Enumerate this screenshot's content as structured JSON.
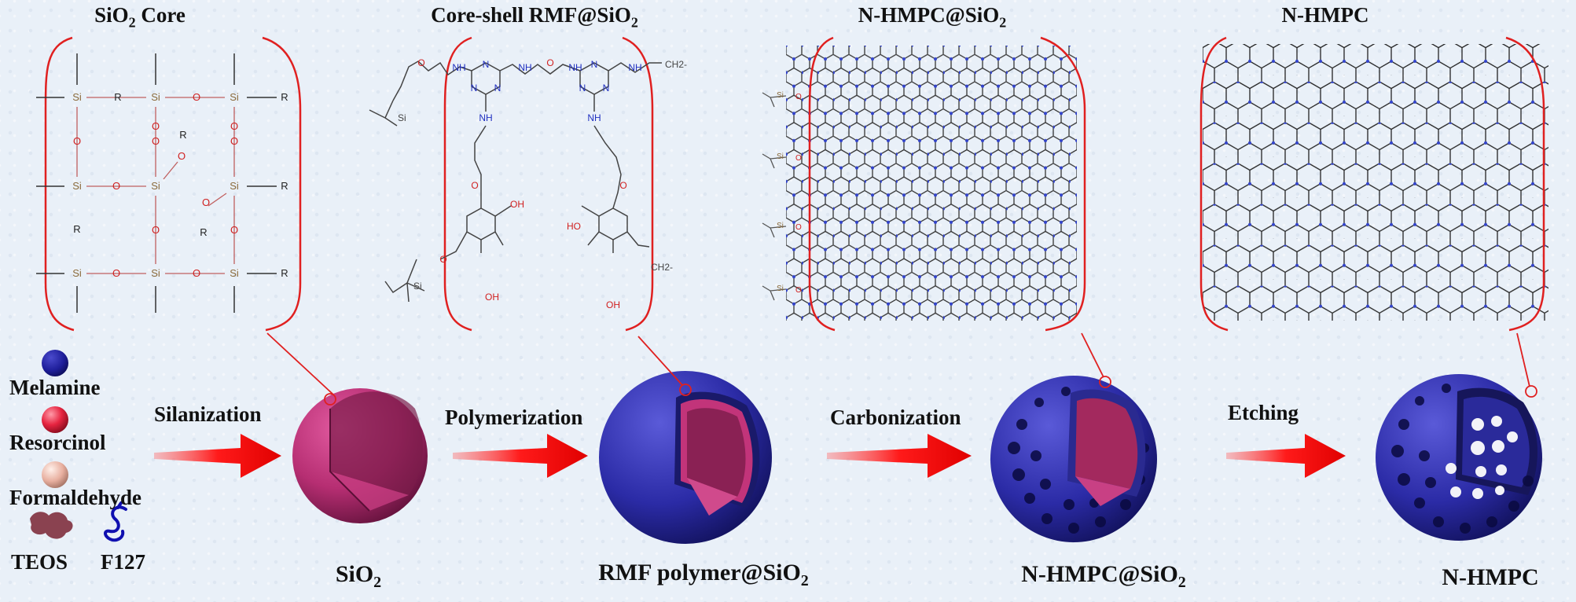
{
  "panels": [
    {
      "title_main": "SiO",
      "title_sub": "2",
      "title_after": " Core"
    },
    {
      "title_main": "Core-shell RMF@SiO",
      "title_sub": "2",
      "title_after": ""
    },
    {
      "title_main": "N-HMPC@SiO",
      "title_sub": "2",
      "title_after": ""
    },
    {
      "title_main": "N-HMPC",
      "title_sub": "",
      "title_after": ""
    }
  ],
  "stages": [
    {
      "label_main": "SiO",
      "label_sub": "2",
      "label_after": ""
    },
    {
      "label_main": "RMF polymer@SiO",
      "label_sub": "2",
      "label_after": ""
    },
    {
      "label_main": "N-HMPC@SiO",
      "label_sub": "2",
      "label_after": ""
    },
    {
      "label_main": "N-HMPC",
      "label_sub": "",
      "label_after": ""
    }
  ],
  "steps": [
    "Silanization",
    "Polymerization",
    "Carbonization",
    "Etching"
  ],
  "legend": {
    "melamine": "Melamine",
    "resorcinol": "Resorcinol",
    "formaldehyde": "Formaldehyde",
    "teos": "TEOS",
    "f127": "F127"
  },
  "structure_labels": {
    "si": "Si",
    "o": "O",
    "r": "R",
    "n": "N",
    "nh": "NH",
    "oh": "HO",
    "oh2": "OH",
    "ch2": "CH2-"
  },
  "colors": {
    "bracket": "#e02020",
    "arrow": "#ee1111",
    "silica": "#b02c6e",
    "shell": "#2a2a9e",
    "bond_si": "#b08a50",
    "oxygen": "#d02020",
    "nitrogen": "#2030c0"
  }
}
